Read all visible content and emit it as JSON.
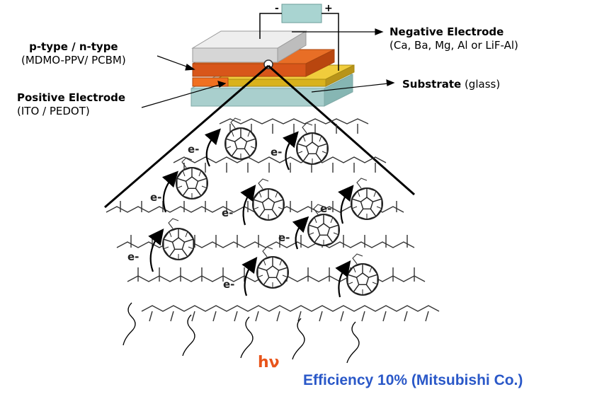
{
  "battery": {
    "minus": "-",
    "plus": "+"
  },
  "labels": {
    "layer_title": "p-type / n-type",
    "layer_sub": "(MDMO-PPV/ PCBM)",
    "neg_title": "Negative Electrode",
    "neg_sub": "(Ca, Ba, Mg, Al or LiF-Al)",
    "pos_title": "Positive Electrode",
    "pos_sub_main": "(ITO / PEDOT",
    "pos_sub_close": ")",
    "substrate_title": "Substrate",
    "substrate_sub": " (glass)"
  },
  "electron_label": "e-",
  "light_label": "hν",
  "footer": "Efficiency 10% (Mitsubishi Co.)",
  "colors": {
    "electrode_grey": "#d6d6d6",
    "active_orange": "#e2601a",
    "substrate_teal": "#a9cfcd",
    "ito_yellow": "#d9b21c",
    "battery_box": "#a9d4d1",
    "light_label": "#e8541a",
    "footer_text": "#2a58c8"
  }
}
